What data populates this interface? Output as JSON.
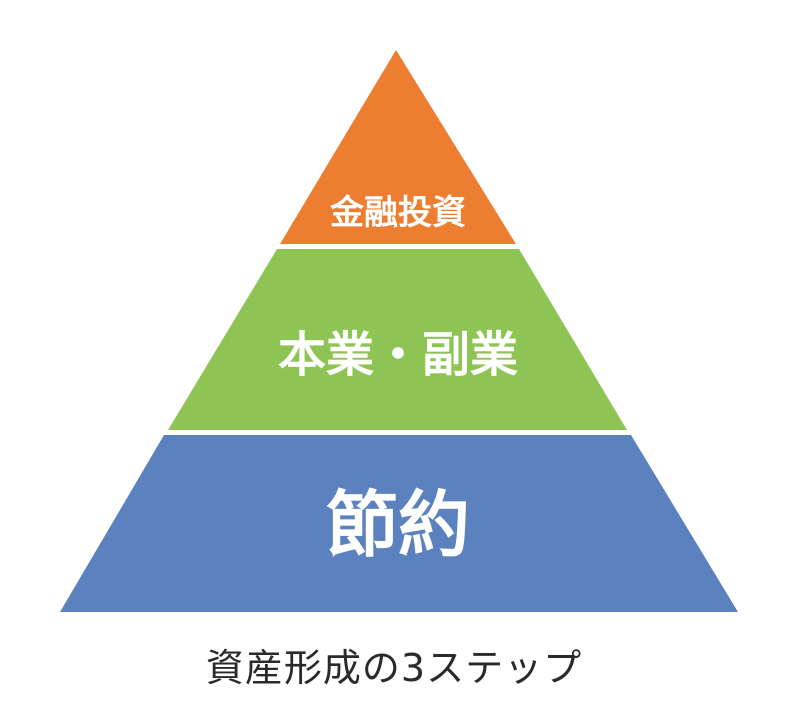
{
  "pyramid": {
    "tiers": [
      {
        "label": "金融投資",
        "color": "#ED7D31"
      },
      {
        "label": "本業・副業",
        "color": "#8DC454"
      },
      {
        "label": "節約",
        "color": "#5B81BE"
      }
    ]
  },
  "caption": "資産形成の3ステップ"
}
